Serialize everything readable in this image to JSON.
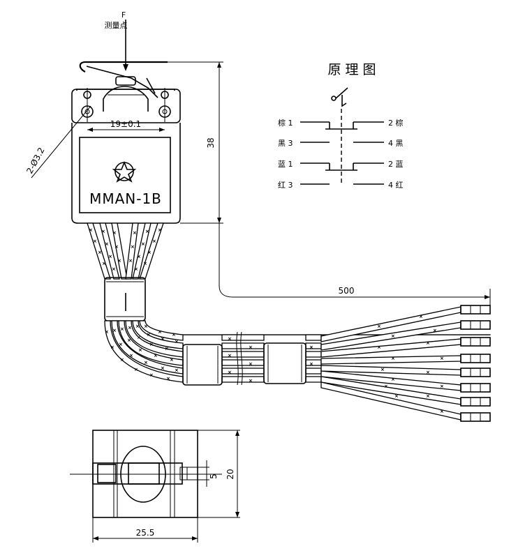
{
  "top": {
    "force_label": "F",
    "measure_point": "测量点"
  },
  "dimensions": {
    "hole_spacing": "19±0.1",
    "hole_dia": "2-Ø3.2",
    "height": "38",
    "cable_length": "500",
    "width_bottom": "25.5",
    "side_20": "20",
    "side_5": "5"
  },
  "body": {
    "model": "MMAN-1B",
    "star_icon": "star-icon"
  },
  "schematic": {
    "title": "原 理 图",
    "left_labels": [
      "棕 1",
      "黑 3",
      "蓝 1",
      "红 3"
    ],
    "right_labels": [
      "2 棕",
      "4 黑",
      "2 蓝",
      "4 红"
    ]
  }
}
